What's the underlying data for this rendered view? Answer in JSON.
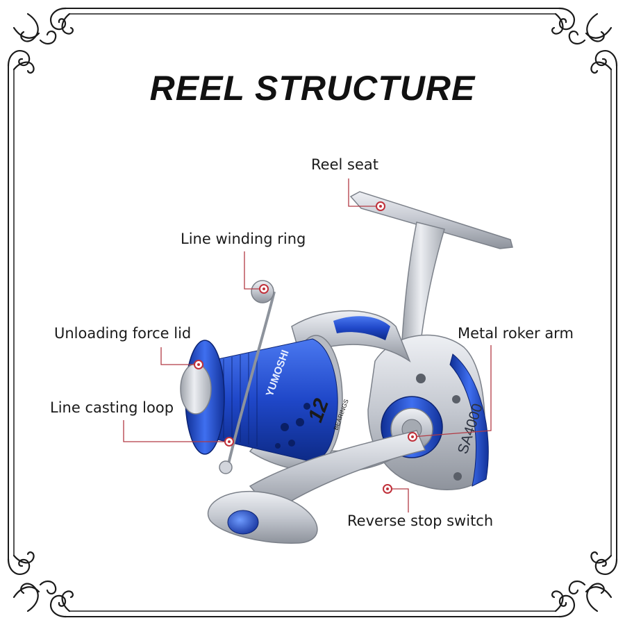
{
  "title": "REEL STRUCTURE",
  "colors": {
    "frame": "#1a1a1a",
    "reel_silver": "#c9ccd3",
    "reel_blue": "#1f47c8",
    "leader_line": "#b23a44"
  },
  "reel_print": {
    "brand": "YUMOSHI",
    "bearings_count": "12",
    "bearings_word": "BEARINGS",
    "model": "SA4000"
  },
  "callouts": [
    {
      "id": "reel-seat",
      "label": "Reel seat"
    },
    {
      "id": "line-winding-ring",
      "label": "Line winding ring"
    },
    {
      "id": "unloading-force-lid",
      "label": "Unloading force lid"
    },
    {
      "id": "metal-roker-arm",
      "label": "Metal roker arm"
    },
    {
      "id": "line-casting-loop",
      "label": "Line casting loop"
    },
    {
      "id": "reverse-stop-switch",
      "label": "Reverse stop switch"
    }
  ]
}
